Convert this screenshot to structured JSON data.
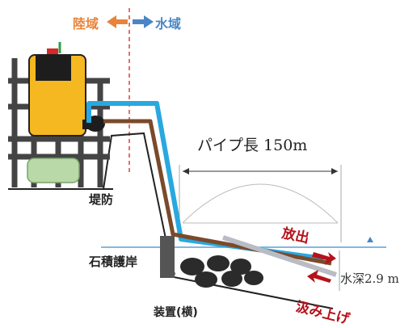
{
  "header": {
    "land_label": "陸域",
    "water_label": "水域"
  },
  "labels": {
    "pipe_length": "パイプ長 150m",
    "embankment": "堤防",
    "stone_revetment": "石積護岸",
    "discharge": "放出",
    "intake": "汲み上げ",
    "water_depth": "水深2.9 m",
    "caption": "装置(横)"
  },
  "colors": {
    "land_arrow": "#e8833a",
    "water_arrow": "#4a86c5",
    "blue_pipe": "#29a8e0",
    "brown_pipe": "#7a4a2a",
    "gray_pipe": "#b9bcc4",
    "flow_arrow": "#b5121b",
    "boundary_line": "#d9443a",
    "device_body": "#f5b820",
    "water_line": "#5aa0d6"
  }
}
